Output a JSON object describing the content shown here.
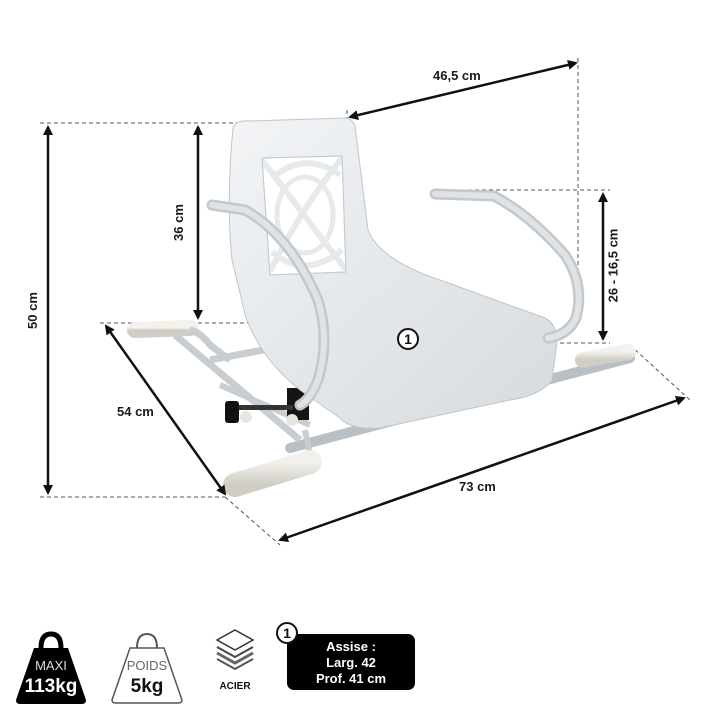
{
  "dimensions": {
    "total_height": "50 cm",
    "backrest_height": "36 cm",
    "seat_width_top": "46,5 cm",
    "armrest_height": "26 - 16,5 cm",
    "depth": "54 cm",
    "length": "73 cm"
  },
  "seat_marker": "1",
  "badges": {
    "max_load": {
      "top": "MAXI",
      "value": "113kg"
    },
    "weight": {
      "top": "POIDS",
      "value": "5kg"
    },
    "material": {
      "label": "ACIER"
    },
    "seat": {
      "number": "1",
      "line1": "Assise :",
      "line2": "Larg. 42",
      "line3": "Prof. 41 cm"
    }
  },
  "colors": {
    "chair_body": "#e8ecef",
    "chair_shadow": "#c9cfd4",
    "frame": "#cfd4d8",
    "handle": "#e6e4dc",
    "arrow": "#111111",
    "badge_dark": "#000000"
  }
}
